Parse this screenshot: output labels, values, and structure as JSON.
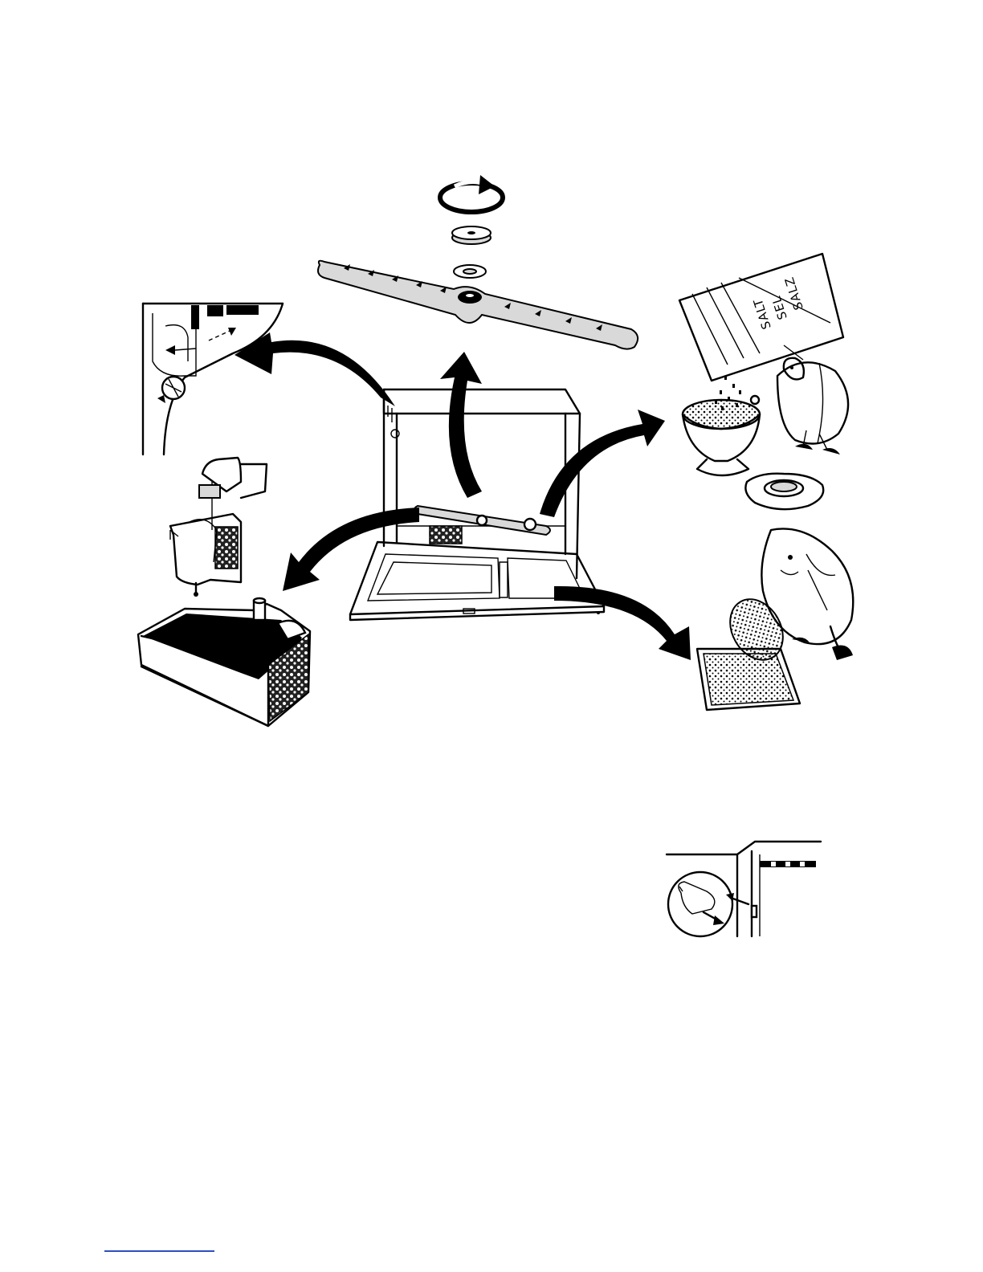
{
  "salt_package": {
    "lines": [
      "SALT",
      "SEL",
      "SALZ"
    ]
  }
}
